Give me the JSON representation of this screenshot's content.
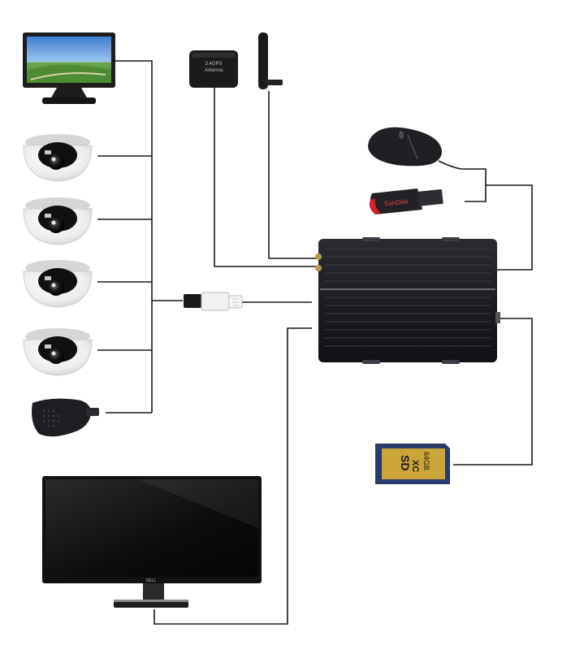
{
  "devices": {
    "car_monitor": {
      "icon": "car-monitor-icon"
    },
    "dome_cameras": [
      {
        "icon": "dome-camera-icon"
      },
      {
        "icon": "dome-camera-icon"
      },
      {
        "icon": "dome-camera-icon"
      },
      {
        "icon": "dome-camera-icon"
      }
    ],
    "hand_microphone": {
      "icon": "hand-microphone-icon"
    },
    "gps_antenna": {
      "icon": "gps-antenna-icon",
      "label_line1": "3.4GPS",
      "label_line2": "Antenna"
    },
    "wifi_antenna": {
      "icon": "wifi-antenna-icon"
    },
    "mouse": {
      "icon": "mouse-icon"
    },
    "usb_drive": {
      "icon": "usb-drive-icon",
      "brand": "SanDisk"
    },
    "network_connector": {
      "icon": "rj45-connector-icon"
    },
    "mdvr_box": {
      "icon": "mdvr-recorder-icon"
    },
    "sd_card": {
      "icon": "sd-card-icon",
      "logo": "SD",
      "type": "XC",
      "capacity": "64GB"
    },
    "desktop_monitor": {
      "icon": "desktop-monitor-icon",
      "brand": "DELL"
    }
  },
  "colors": {
    "wire": "#1a1a1a",
    "device_dark": "#1c1c1f",
    "camera_white": "#f2f2f2",
    "sd_gold": "#c9a53a",
    "sd_blue": "#2a3a6a",
    "usb_red": "#d8202a"
  }
}
